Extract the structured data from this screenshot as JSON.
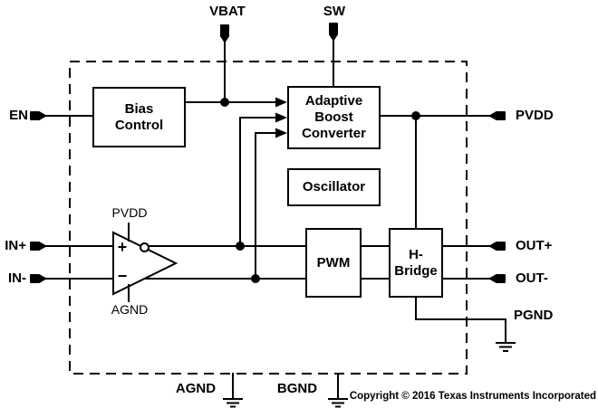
{
  "colors": {
    "line": "#000000",
    "background": "#ffffff"
  },
  "pins": {
    "vbat": "VBAT",
    "sw": "SW",
    "en": "EN",
    "in_plus": "IN+",
    "in_minus": "IN-",
    "pvdd": "PVDD",
    "out_plus": "OUT+",
    "out_minus": "OUT-",
    "pgnd": "PGND",
    "agnd": "AGND",
    "bgnd": "BGND"
  },
  "blocks": {
    "bias_control": [
      "Bias",
      "Control"
    ],
    "adaptive_boost_converter": [
      "Adaptive",
      "Boost",
      "Converter"
    ],
    "oscillator": [
      "Oscillator"
    ],
    "pwm": [
      "PWM"
    ],
    "h_bridge": [
      "H-",
      "Bridge"
    ]
  },
  "opamp": {
    "plus": "+",
    "minus": "−",
    "supply": "PVDD",
    "ground": "AGND"
  },
  "footer": {
    "copyright": "Copyright © 2016 Texas Instruments Incorporated"
  }
}
